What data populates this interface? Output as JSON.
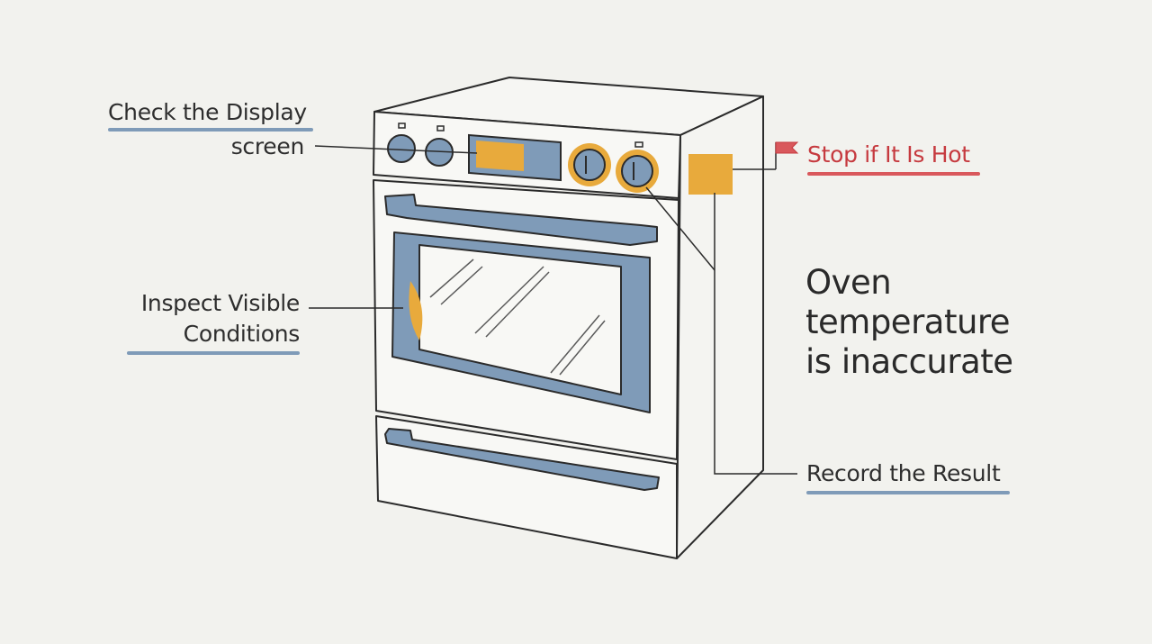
{
  "callouts": {
    "display_line1": "Check the Display",
    "display_line2": "screen",
    "inspect_line1": "Inspect Visible",
    "inspect_line2": "Conditions",
    "stop": "Stop if It Is Hot",
    "record": "Record the Result"
  },
  "problem": {
    "line1": "Oven",
    "line2": "temperature",
    "line3": "is inaccurate"
  },
  "icons": {
    "flag": "red-flag-icon"
  },
  "colors": {
    "background": "#f2f2ee",
    "outline": "#2b2b2b",
    "accent_blue": "#7f9bb8",
    "highlight_amber": "#e8aa3c",
    "warning_red": "#c63a3f"
  }
}
